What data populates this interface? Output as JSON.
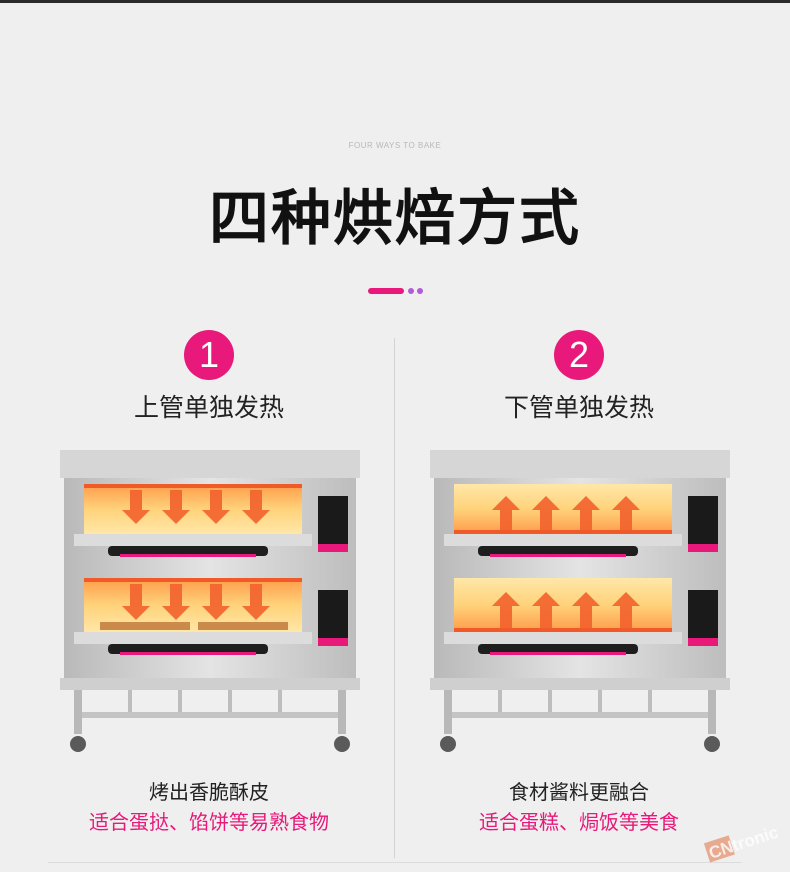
{
  "header": {
    "subtitle": "FOUR WAYS TO BAKE",
    "title": "四种烘焙方式"
  },
  "colors": {
    "accent": "#e8197a",
    "accent_dot": "#b35ad8",
    "heat_orange": "#f2622d",
    "oven_body": "#c9c9c9"
  },
  "methods": [
    {
      "number": "1",
      "heading": "上管单独发热",
      "heat_direction": "down",
      "effect": "烤出香脆酥皮",
      "suitable": "适合蛋挞、馅饼等易熟食物"
    },
    {
      "number": "2",
      "heading": "下管单独发热",
      "heat_direction": "up",
      "effect": "食材酱料更融合",
      "suitable": "适合蛋糕、焗饭等美食"
    }
  ],
  "watermark": {
    "text": "CNtronic"
  }
}
